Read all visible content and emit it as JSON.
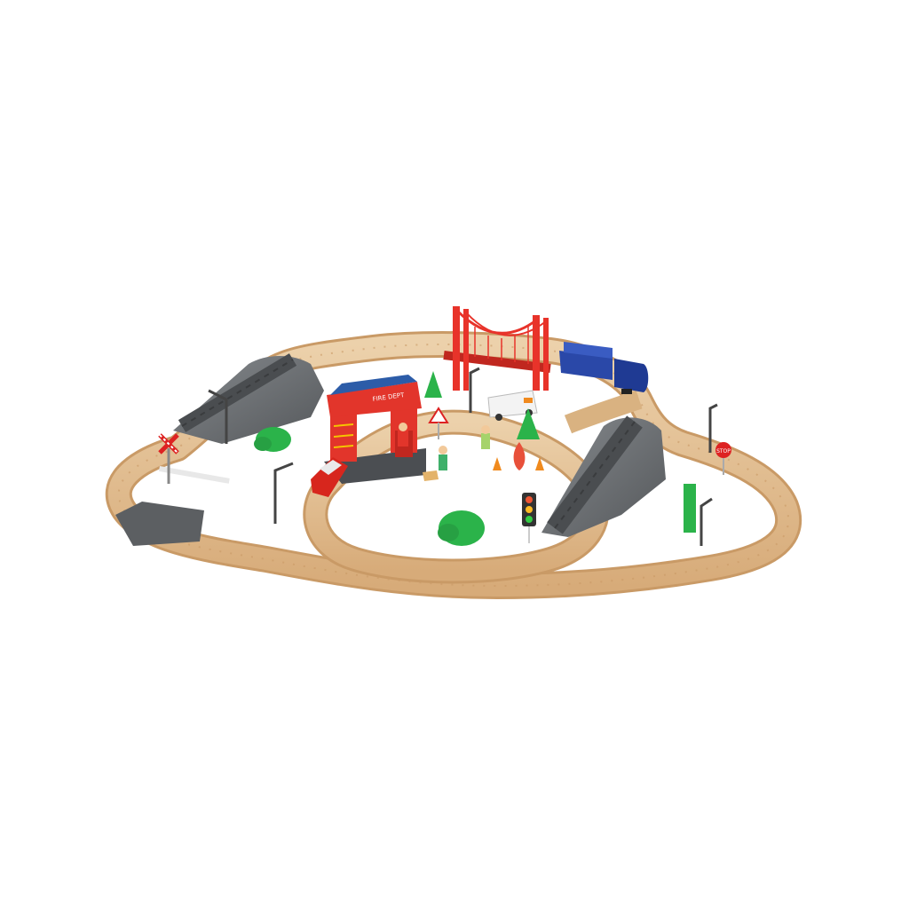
{
  "scene": {
    "subject": "wooden-toy-train-set",
    "colors": {
      "background": "#ffffff",
      "track_wood": "#e2bf92",
      "track_edge": "#c99a66",
      "tunnel_gray": "#6b6e71",
      "bridge_red": "#e8332a",
      "fire_station_red": "#e2352b",
      "fire_station_roof": "#2c5ca8",
      "train_blue": "#1f3a93",
      "tree_green": "#2bb34a"
    },
    "labels": {
      "fire_station_sign": "FIRE DEPT",
      "stop_sign": "STOP"
    }
  }
}
